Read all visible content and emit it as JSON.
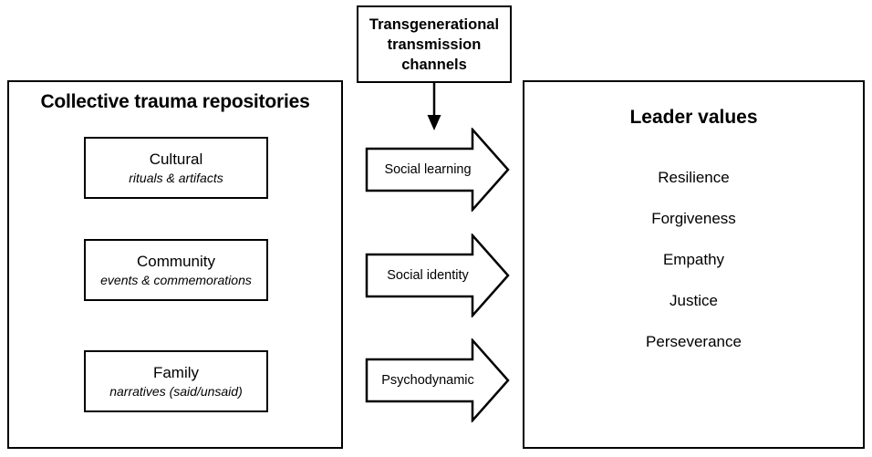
{
  "diagram": {
    "left_panel": {
      "title": "Collective trauma repositories",
      "boxes": [
        {
          "name": "cultural",
          "title": "Cultural",
          "subtitle": "rituals & artifacts"
        },
        {
          "name": "community",
          "title": "Community",
          "subtitle": "events & commemorations"
        },
        {
          "name": "family",
          "title": "Family",
          "subtitle": "narratives (said/unsaid)"
        }
      ]
    },
    "channels_box": {
      "lines": [
        "Transgenerational",
        "transmission",
        "channels"
      ]
    },
    "channel_arrows": [
      {
        "name": "social-learning",
        "label": "Social learning"
      },
      {
        "name": "social-identity",
        "label": "Social identity"
      },
      {
        "name": "psychodynamic",
        "label": "Psychodynamic"
      }
    ],
    "right_panel": {
      "title": "Leader values",
      "values": [
        "Resilience",
        "Forgiveness",
        "Empathy",
        "Justice",
        "Perseverance"
      ]
    },
    "colors": {
      "stroke": "#000000",
      "background": "#ffffff"
    }
  }
}
